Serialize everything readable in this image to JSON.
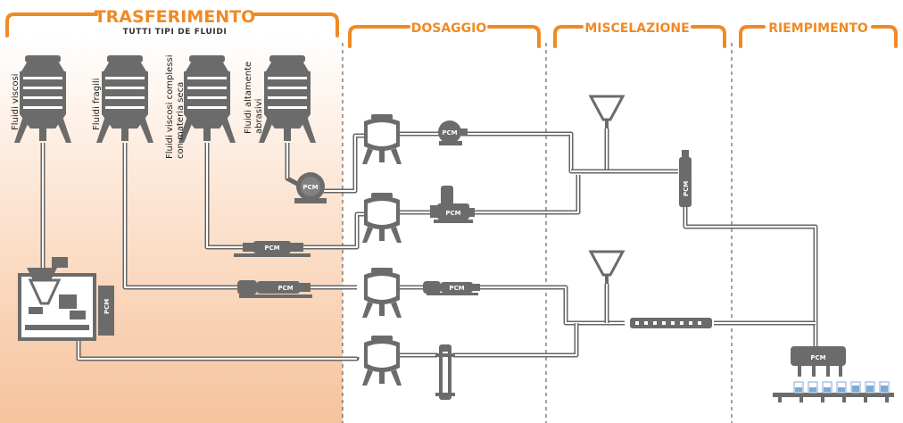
{
  "sections": [
    {
      "id": "trasferimento",
      "title": "TRASFERIMENTO",
      "subtitle": "TUTTI TIPI DE FLUIDI"
    },
    {
      "id": "dosaggio",
      "title": "DOSAGGIO"
    },
    {
      "id": "miscelazione",
      "title": "MISCELAZIONE"
    },
    {
      "id": "riempimento",
      "title": "RIEMPIMENTO"
    }
  ],
  "silos": [
    {
      "label_lines": [
        "Fluidi viscosi"
      ]
    },
    {
      "label_lines": [
        "Fluidi fragili"
      ]
    },
    {
      "label_lines": [
        "Fluidi viscosi complessi",
        "con materia seca"
      ]
    },
    {
      "label_lines": [
        "Fluidi altamente",
        "abrasivi"
      ]
    }
  ],
  "brand": "PCM",
  "colors": {
    "accent": "#f08a24",
    "equipment": "#6b6b6b",
    "pipe": "#666666",
    "zone_top": "#ffffff",
    "zone_bottom": "#f6c9a6"
  }
}
